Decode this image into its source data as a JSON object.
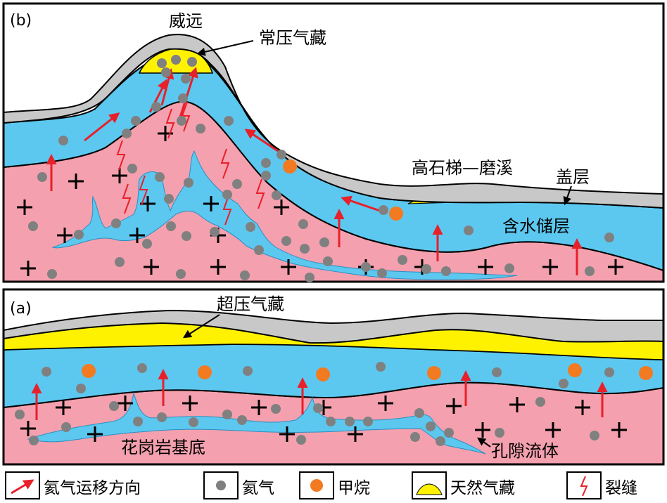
{
  "panel_b": {
    "tag": "(b)",
    "labels": {
      "weiyuan": "威远",
      "normal_pressure_gas": "常压气藏",
      "gaoshiti_moxi": "高石梯—磨溪",
      "caprock": "盖层",
      "aquifer": "含水储层"
    }
  },
  "panel_a": {
    "tag": "(a)",
    "labels": {
      "overpressure_gas": "超压气藏",
      "granite_basement": "花岗岩基底",
      "pore_fluid": "孔隙流体"
    }
  },
  "legend": {
    "items": [
      {
        "label": "氦气运移方向",
        "symbol": "red-arrow-icon"
      },
      {
        "label": "氦气",
        "symbol": "gray-dot-icon"
      },
      {
        "label": "甲烷",
        "symbol": "orange-dot-icon"
      },
      {
        "label": "天然气藏",
        "symbol": "yellow-mound-icon"
      },
      {
        "label": "裂缝",
        "symbol": "red-fracture-icon"
      }
    ]
  },
  "colors": {
    "basement": "#F4A0AE",
    "aquifer": "#5CC8F0",
    "caprock": "#C8C8C8",
    "gas": "#FFF200",
    "helium": "#808080",
    "methane": "#F27A21",
    "arrow": "#E8202A"
  }
}
